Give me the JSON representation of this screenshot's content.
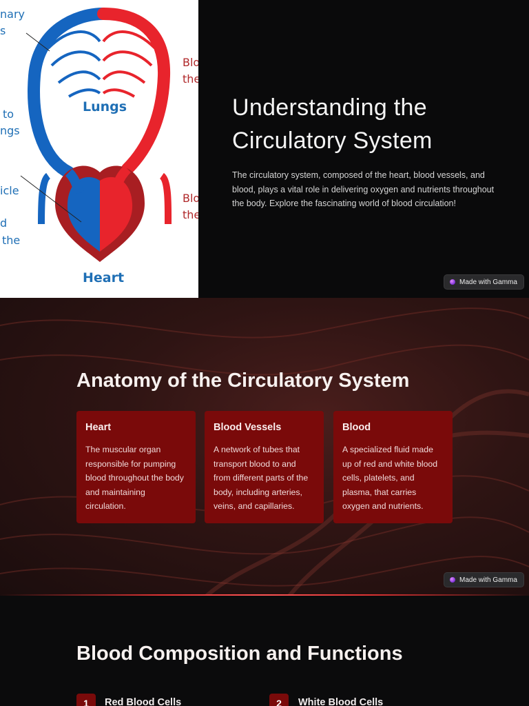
{
  "slide1": {
    "diagram_labels": {
      "top_left_1": "nary",
      "top_left_2": "s",
      "mid_left_1": "to",
      "mid_left_2": "ngs",
      "ventricle": "icle",
      "lower_left_1": "d",
      "lower_left_2": "the",
      "lungs": "Lungs",
      "heart": "Heart",
      "right_top_1": "Blo",
      "right_top_2": "the",
      "right_bottom_1": "Blo",
      "right_bottom_2": "the"
    },
    "title": "Understanding the Circulatory System",
    "body": "The circulatory system, composed of the heart, blood vessels, and blood, plays a vital role in delivering oxygen and nutrients throughout the body. Explore the fascinating world of blood circulation!",
    "badge": "Made with Gamma"
  },
  "slide2": {
    "title": "Anatomy of the Circulatory System",
    "cards": [
      {
        "title": "Heart",
        "body": "The muscular organ responsible for pumping blood throughout the body and maintaining circulation."
      },
      {
        "title": "Blood Vessels",
        "body": "A network of tubes that transport blood to and from different parts of the body, including arteries, veins, and capillaries."
      },
      {
        "title": "Blood",
        "body": "A specialized fluid made up of red and white blood cells, platelets, and plasma, that carries oxygen and nutrients."
      }
    ],
    "badge": "Made with Gamma"
  },
  "slide3": {
    "title": "Blood Composition and Functions",
    "items": [
      {
        "number": "1",
        "title": "Red Blood Cells"
      },
      {
        "number": "2",
        "title": "White Blood Cells"
      }
    ]
  },
  "colors": {
    "card_red": "#7a0a0a",
    "diagram_blue": "#1f6fb5",
    "diagram_red": "#e8242c",
    "dark_bg": "#0a0a0b"
  }
}
